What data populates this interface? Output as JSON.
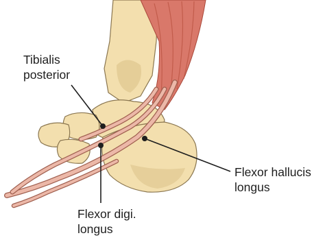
{
  "labels": {
    "tibialis_posterior": {
      "line1": "Tibialis",
      "line2": "posterior"
    },
    "flexor_digi_longus": {
      "line1": "Flexor digi.",
      "line2": "longus"
    },
    "flexor_hallucis_longus": {
      "line1": "Flexor hallucis",
      "line2": "longus"
    }
  },
  "colors": {
    "bone_fill": "#f3dfae",
    "bone_shadow": "#d9bf86",
    "bone_outline": "#8a7650",
    "muscle_fill": "#d9786a",
    "muscle_dark": "#b8503f",
    "tendon_fill": "#ecb8a8",
    "tendon_outline": "#a06050",
    "leader_line": "#1e1e1e"
  }
}
